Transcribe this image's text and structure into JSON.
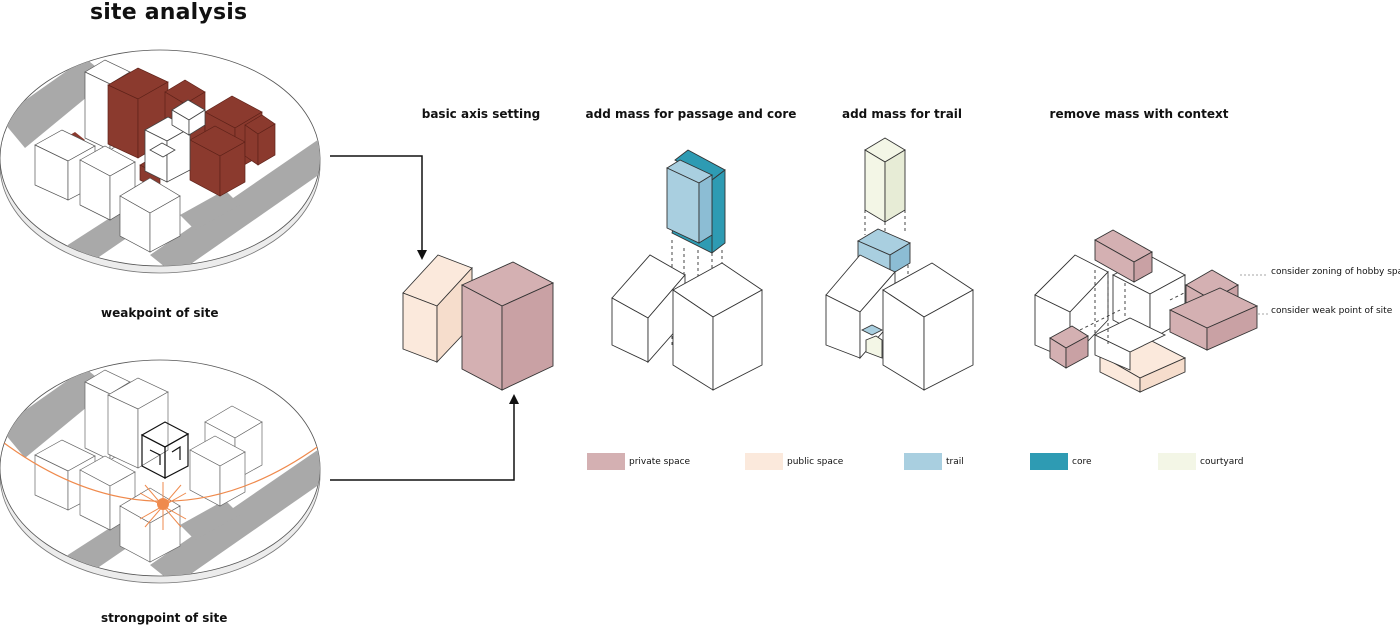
{
  "title": "site analysis",
  "site_captions": {
    "weak": "weakpoint of site",
    "strong": "strongpoint of site"
  },
  "steps": [
    "basic axis setting",
    "add mass for passage and core",
    "add mass for trail",
    "remove mass with context"
  ],
  "notes": [
    "consider zoning of hobby space",
    "consider weak point of site"
  ],
  "legend": [
    {
      "label": "private space",
      "color": "#d4b0b2"
    },
    {
      "label": "public space",
      "color": "#fbe9dc"
    },
    {
      "label": "trail",
      "color": "#a9cfe0"
    },
    {
      "label": "core",
      "color": "#2e9bb3"
    },
    {
      "label": "courtyard",
      "color": "#f3f6e6"
    }
  ],
  "colors": {
    "weakpoint_mass": "#8b3a2e",
    "sun_path": "#ef8a4d",
    "road": "#a9a9a9"
  }
}
